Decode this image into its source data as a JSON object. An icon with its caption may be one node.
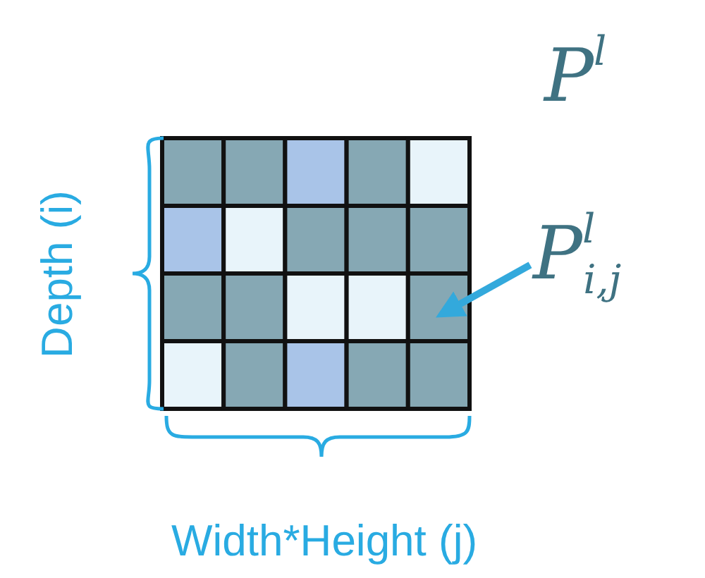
{
  "diagram": {
    "nodes": [
      {
        "text": [
          "P$^{l}$$_{i,j}$"
        ]
      },
      {
        "text": [],
        "shape": "box"
      }
    ],
    "edges": [
      {
        "from": 0,
        "to": 1,
        "arrow": "to"
      }
    ],
    "labels": [
      "P$^{l}$",
      "Depth (i)",
      "Width*Height (j)"
    ]
  }
}
